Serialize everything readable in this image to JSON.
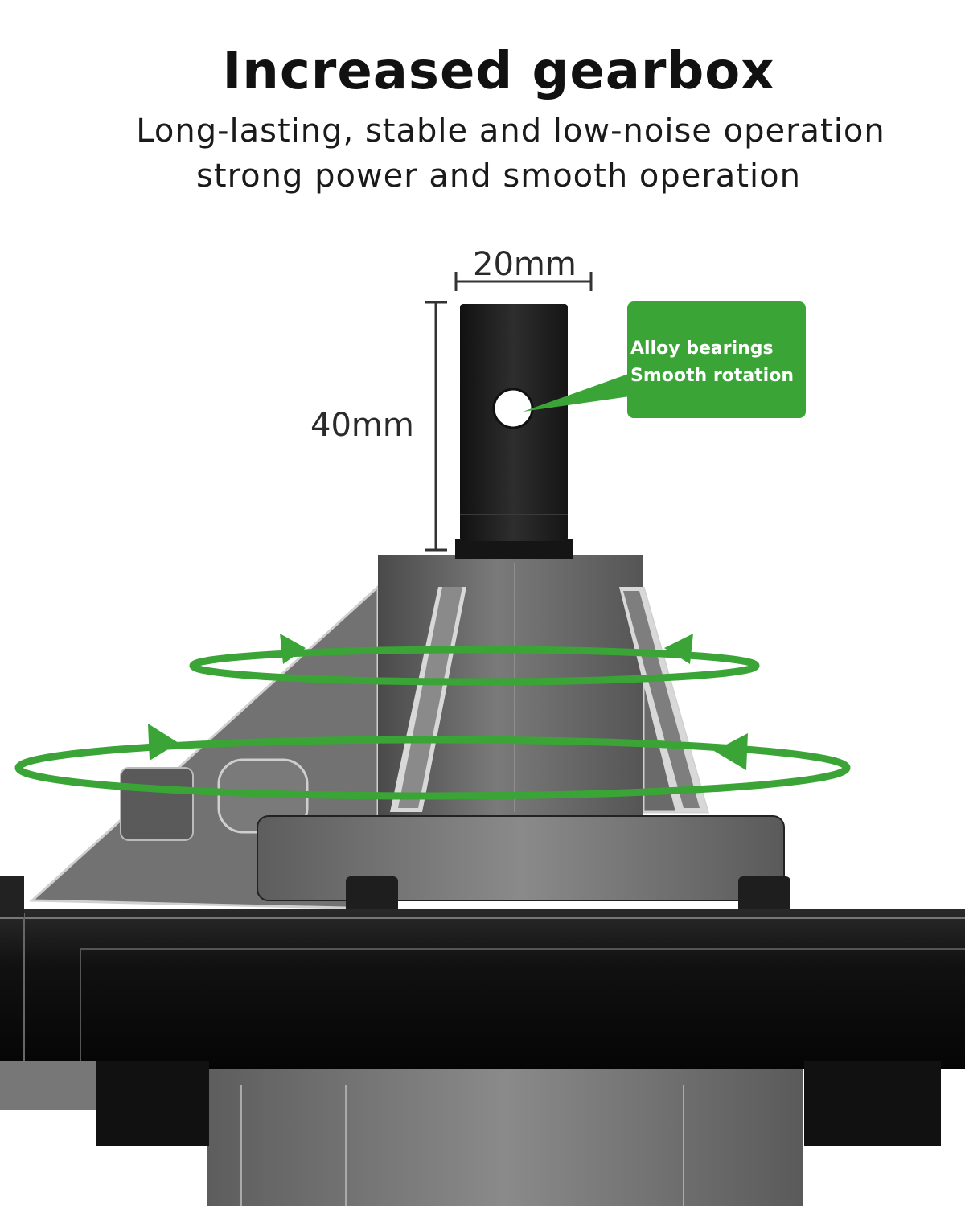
{
  "header": {
    "title": "Increased gearbox",
    "subtitle_line1": "Long-lasting, stable and low-noise operation",
    "subtitle_line2": "strong power and smooth operation"
  },
  "dimensions": {
    "shaft_width": "20mm",
    "shaft_height": "40mm"
  },
  "callout": {
    "line1": "Alloy bearings",
    "line2": "Smooth rotation"
  },
  "colors": {
    "accent_green": "#3aa536",
    "shaft_black": "#1c1c1c",
    "housing_gray": "#6b6b6b"
  },
  "icons": [
    "rotation-arrow-icon"
  ]
}
